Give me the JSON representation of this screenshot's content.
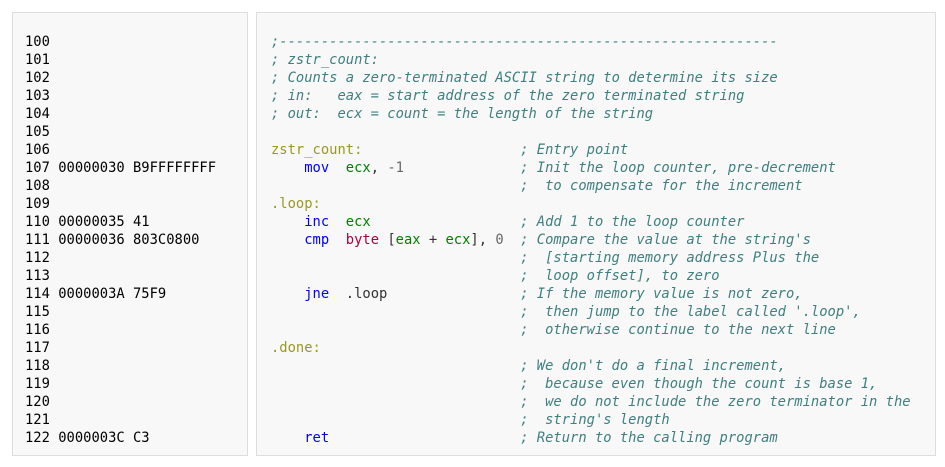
{
  "listing": [
    "100",
    "101",
    "102",
    "103",
    "104",
    "105",
    "106",
    "107 00000030 B9FFFFFFFF",
    "108",
    "109",
    "110 00000035 41",
    "111 00000036 803C0800",
    "112",
    "113",
    "114 0000003A 75F9",
    "115",
    "116",
    "117",
    "118",
    "119",
    "120",
    "121",
    "122 0000003C C3"
  ],
  "source": [
    {
      "code": [
        [
          ";------------------------------------------------------------",
          "cm"
        ]
      ]
    },
    {
      "code": [
        [
          "; zstr_count:",
          "cm"
        ]
      ]
    },
    {
      "code": [
        [
          "; Counts a zero-terminated ASCII string to determine its size",
          "cm"
        ]
      ]
    },
    {
      "code": [
        [
          "; in:   eax = start address of the zero terminated string",
          "cm"
        ]
      ]
    },
    {
      "code": [
        [
          "; out:  ecx = count = the length of the string",
          "cm"
        ]
      ]
    },
    {
      "code": []
    },
    {
      "code": [
        [
          "zstr_count:",
          "lbl"
        ]
      ],
      "comment": "; Entry point"
    },
    {
      "code": [
        [
          "    ",
          "p"
        ],
        [
          "mov",
          "kw"
        ],
        [
          "  ",
          "p"
        ],
        [
          "ecx",
          "reg"
        ],
        [
          ", ",
          "p"
        ],
        [
          "-1",
          "num"
        ]
      ],
      "comment": "; Init the loop counter, pre-decrement"
    },
    {
      "code": [],
      "comment": ";  to compensate for the increment"
    },
    {
      "code": [
        [
          ".loop:",
          "lbl"
        ]
      ]
    },
    {
      "code": [
        [
          "    ",
          "p"
        ],
        [
          "inc",
          "kw"
        ],
        [
          "  ",
          "p"
        ],
        [
          "ecx",
          "reg"
        ]
      ],
      "comment": "; Add 1 to the loop counter"
    },
    {
      "code": [
        [
          "    ",
          "p"
        ],
        [
          "cmp",
          "kw"
        ],
        [
          "  ",
          "p"
        ],
        [
          "byte",
          "ty"
        ],
        [
          " [",
          "p"
        ],
        [
          "eax",
          "reg"
        ],
        [
          " + ",
          "p"
        ],
        [
          "ecx",
          "reg"
        ],
        [
          "], ",
          "p"
        ],
        [
          "0",
          "num"
        ]
      ],
      "comment": "; Compare the value at the string's"
    },
    {
      "code": [],
      "comment": ";  [starting memory address Plus the"
    },
    {
      "code": [],
      "comment": ";  loop offset], to zero"
    },
    {
      "code": [
        [
          "    ",
          "p"
        ],
        [
          "jne",
          "kw"
        ],
        [
          "  .loop",
          "p"
        ]
      ],
      "comment": "; If the memory value is not zero,"
    },
    {
      "code": [],
      "comment": ";  then jump to the label called '.loop',"
    },
    {
      "code": [],
      "comment": ";  otherwise continue to the next line"
    },
    {
      "code": [
        [
          ".done:",
          "lbl"
        ]
      ]
    },
    {
      "code": [],
      "comment": "; We don't do a final increment,"
    },
    {
      "code": [],
      "comment": ";  because even though the count is base 1,"
    },
    {
      "code": [],
      "comment": ";  we do not include the zero terminator in the"
    },
    {
      "code": [],
      "comment": ";  string's length"
    },
    {
      "code": [
        [
          "    ",
          "p"
        ],
        [
          "ret",
          "kw"
        ]
      ],
      "comment": "; Return to the calling program"
    }
  ]
}
